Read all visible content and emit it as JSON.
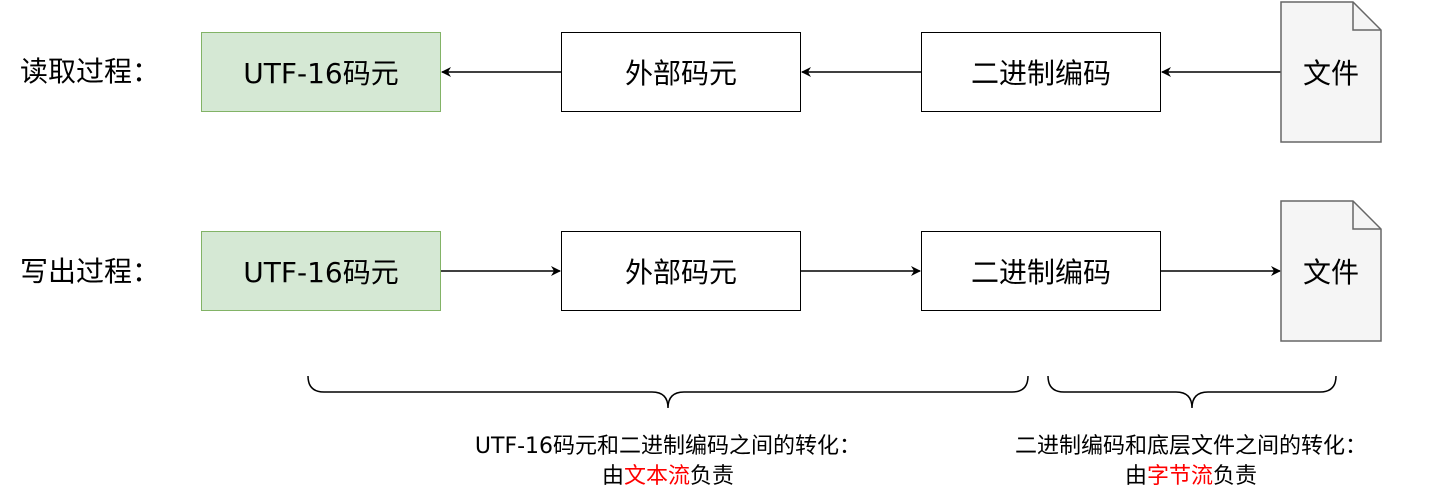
{
  "rows": {
    "read": {
      "label": "读取过程：",
      "box1": "UTF-16码元",
      "box2": "外部码元",
      "box3": "二进制编码",
      "file": "文件"
    },
    "write": {
      "label": "写出过程：",
      "box1": "UTF-16码元",
      "box2": "外部码元",
      "box3": "二进制编码",
      "file": "文件"
    }
  },
  "captions": {
    "left": {
      "line1": "UTF-16码元和二进制编码之间的转化：",
      "prefix": "由",
      "highlight": "文本流",
      "suffix": "负责"
    },
    "right": {
      "line1": "二进制编码和底层文件之间的转化：",
      "prefix": "由",
      "highlight": "字节流",
      "suffix": "负责"
    }
  },
  "colors": {
    "highlight": "#ff0000",
    "green_fill": "#d5e8d4",
    "green_stroke": "#82b366",
    "file_fill": "#f5f5f5",
    "file_stroke": "#666666"
  }
}
